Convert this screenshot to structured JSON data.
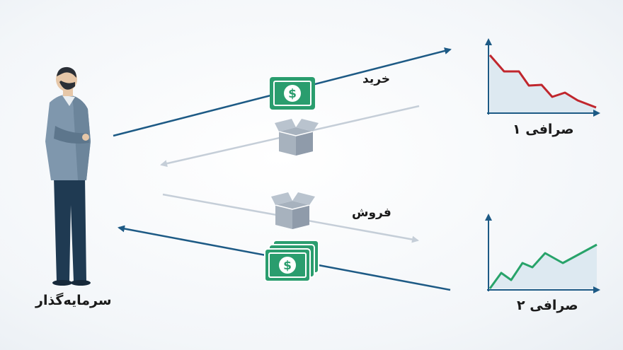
{
  "labels": {
    "investor": "سرمایه‌گذار",
    "buy": "خرید",
    "sell": "فروش",
    "exchange1": "صرافی ۱",
    "exchange2": "صرافی ۲"
  },
  "colors": {
    "arrow_primary": "#1d5a85",
    "arrow_muted": "#c5ced8",
    "money_green": "#2a9d6e",
    "box_gray": "#a7b2be",
    "chart_down": "#c0262d",
    "chart_up": "#28a36a",
    "chart_axis": "#1d5a85",
    "chart_fill": "#dde9f1"
  },
  "icons": {
    "investor": "businessman-figure",
    "money": "dollar-bill-icon",
    "money_stack": "dollar-stack-icon",
    "asset": "open-box-icon"
  },
  "trends": {
    "exchange1": "falling",
    "exchange2": "rising"
  }
}
